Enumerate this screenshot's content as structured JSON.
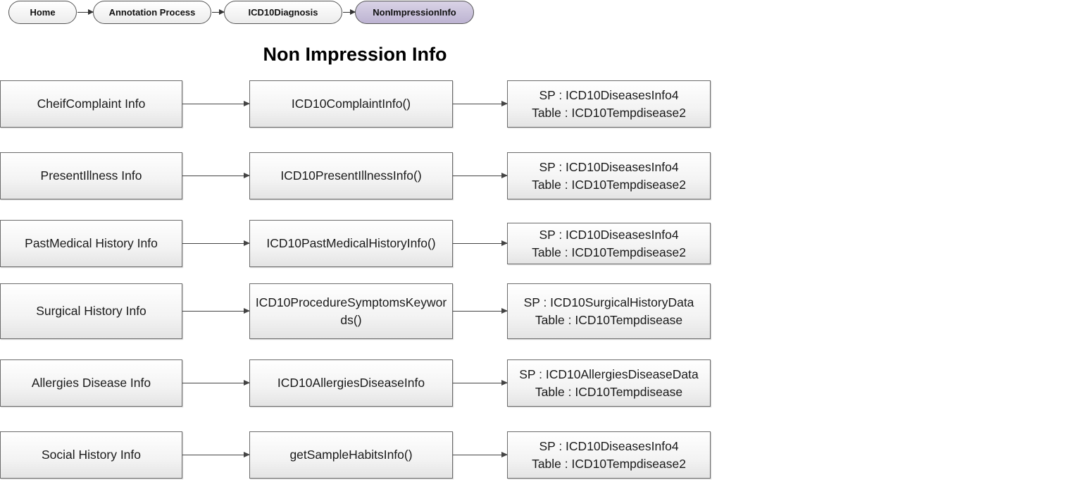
{
  "breadcrumb": [
    {
      "label": "Home"
    },
    {
      "label": "Annotation Process"
    },
    {
      "label": "ICD10Diagnosis"
    },
    {
      "label": "NonImpressionInfo"
    }
  ],
  "title": "Non Impression Info",
  "colors": {
    "active_crumb": "#c8c0da",
    "box_border": "#6b6b6b",
    "connector": "#444444"
  },
  "rows": [
    {
      "source": "CheifComplaint Info",
      "method": "ICD10ComplaintInfo()",
      "sp": "SP :  ICD10DiseasesInfo4",
      "table": "Table : ICD10Tempdisease2"
    },
    {
      "source": "PresentIllness Info",
      "method": "ICD10PresentIllnessInfo()",
      "sp": "SP :  ICD10DiseasesInfo4",
      "table": "Table : ICD10Tempdisease2"
    },
    {
      "source": "PastMedical History Info",
      "method": "ICD10PastMedicalHistoryInfo()",
      "sp": "SP :  ICD10DiseasesInfo4",
      "table": "Table : ICD10Tempdisease2"
    },
    {
      "source": "Surgical History Info",
      "method": "ICD10ProcedureSymptomsKeywords()",
      "sp": "SP :  ICD10SurgicalHistoryData",
      "table": "Table : ICD10Tempdisease"
    },
    {
      "source": "Allergies Disease Info",
      "method": "ICD10AllergiesDiseaseInfo",
      "sp": "SP :  ICD10AllergiesDiseaseData",
      "table": "Table : ICD10Tempdisease"
    },
    {
      "source": "Social History Info",
      "method": "getSampleHabitsInfo()",
      "sp": "SP :  ICD10DiseasesInfo4",
      "table": "Table : ICD10Tempdisease2"
    }
  ]
}
